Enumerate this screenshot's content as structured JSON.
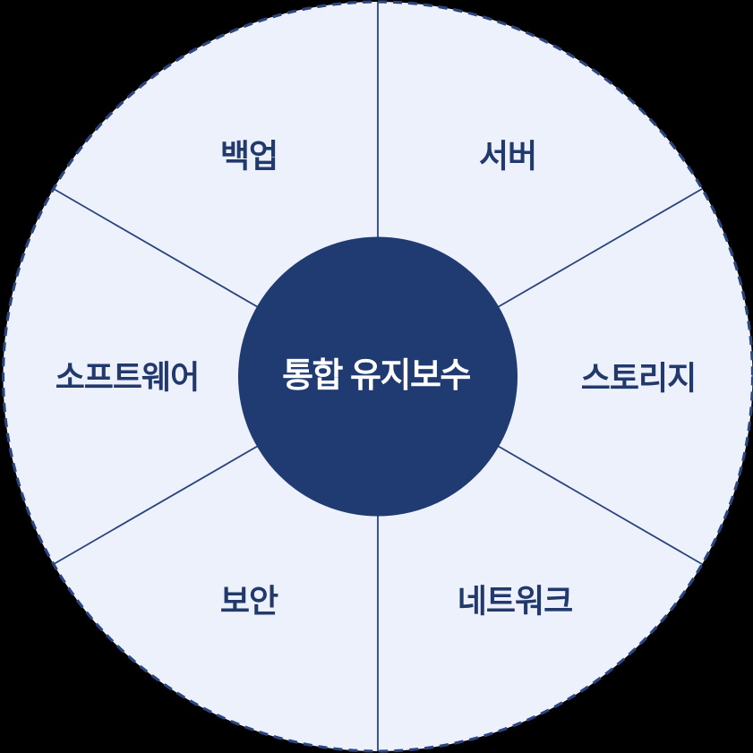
{
  "diagram": {
    "type": "circular-hub-diagram",
    "center_label": "통합 유지보수",
    "segments": [
      {
        "id": "backup",
        "label": "백업",
        "position": "top-left"
      },
      {
        "id": "server",
        "label": "서버",
        "position": "top-right"
      },
      {
        "id": "software",
        "label": "소프트웨어",
        "position": "left"
      },
      {
        "id": "storage",
        "label": "스토리지",
        "position": "right"
      },
      {
        "id": "security",
        "label": "보안",
        "position": "bottom-left"
      },
      {
        "id": "network",
        "label": "네트워크",
        "position": "bottom-right"
      }
    ],
    "colors": {
      "wheel_fill": "#EDF1FB",
      "wheel_border": "#2B4580",
      "divider_line": "#2A437E",
      "hub_fill": "#203A72",
      "hub_text": "#FFFFFF",
      "segment_text": "#22396C",
      "outside_background": "#000000"
    }
  }
}
